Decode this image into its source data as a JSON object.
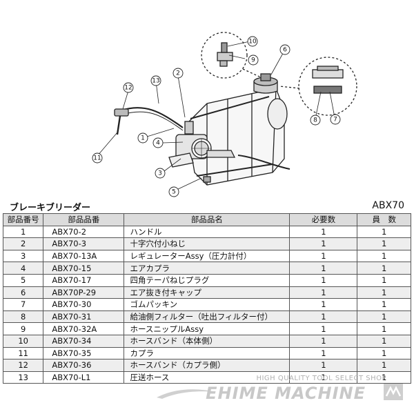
{
  "header": {
    "title": "ブレーキブリーダー",
    "model": "ABX70"
  },
  "table": {
    "columns": [
      "部品番号",
      "部品品番",
      "部品品名",
      "必要数",
      "員　数"
    ],
    "rows": [
      {
        "no": "1",
        "code": "ABX70-2",
        "name": "ハンドル",
        "req": "1",
        "qty": "1"
      },
      {
        "no": "2",
        "code": "ABX70-3",
        "name": "十字穴付小ねじ",
        "req": "1",
        "qty": "1"
      },
      {
        "no": "3",
        "code": "ABX70-13A",
        "name": "レギュレーターAssy（圧力計付）",
        "req": "1",
        "qty": "1"
      },
      {
        "no": "4",
        "code": "ABX70-15",
        "name": "エアカプラ",
        "req": "1",
        "qty": "1"
      },
      {
        "no": "5",
        "code": "ABX70-17",
        "name": "四角テーパねじプラグ",
        "req": "1",
        "qty": "1"
      },
      {
        "no": "6",
        "code": "ABX70P-29",
        "name": "エア抜き付キャップ",
        "req": "1",
        "qty": "1"
      },
      {
        "no": "7",
        "code": "ABX70-30",
        "name": "ゴムパッキン",
        "req": "1",
        "qty": "1"
      },
      {
        "no": "8",
        "code": "ABX70-31",
        "name": "給油側フィルター（吐出フィルター付）",
        "req": "1",
        "qty": "1"
      },
      {
        "no": "9",
        "code": "ABX70-32A",
        "name": "ホースニップルAssy",
        "req": "1",
        "qty": "1"
      },
      {
        "no": "10",
        "code": "ABX70-34",
        "name": "ホースバンド（本体側）",
        "req": "1",
        "qty": "1"
      },
      {
        "no": "11",
        "code": "ABX70-35",
        "name": "カプラ",
        "req": "1",
        "qty": "1"
      },
      {
        "no": "12",
        "code": "ABX70-36",
        "name": "ホースバンド（カプラ側）",
        "req": "1",
        "qty": "1"
      },
      {
        "no": "13",
        "code": "ABX70-L1",
        "name": "圧送ホース",
        "req": "1",
        "qty": "1"
      }
    ]
  },
  "diagram": {
    "callouts": [
      "1",
      "2",
      "3",
      "4",
      "5",
      "6",
      "7",
      "8",
      "9",
      "10",
      "11",
      "12",
      "13"
    ]
  },
  "watermark": {
    "tagline": "HIGH QUALITY TOOL SELECT SHOP",
    "brand": "EHIME MACHINE"
  }
}
